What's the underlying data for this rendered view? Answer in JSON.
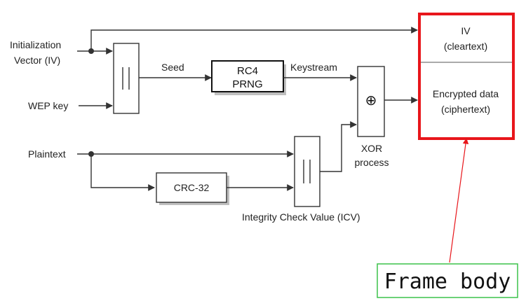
{
  "labels": {
    "iv_line1": "Initialization",
    "iv_line2": "Vector (IV)",
    "wep_key": "WEP key",
    "plaintext": "Plaintext",
    "seed": "Seed",
    "rc4_line1": "RC4",
    "rc4_line2": "PRNG",
    "keystream": "Keystream",
    "xor_symbol": "⊕",
    "xor_line1": "XOR",
    "xor_line2": "process",
    "concat_symbol": "||",
    "crc": "CRC-32",
    "icv": "Integrity Check Value (ICV)",
    "out_iv_line1": "IV",
    "out_iv_line2": "(cleartext)",
    "out_enc_line1": "Encrypted data",
    "out_enc_line2": "(ciphertext)",
    "frame_body": "Frame body"
  },
  "colors": {
    "highlight_red": "#e8161b",
    "frame_green": "#3bc24a",
    "line": "#333333"
  }
}
